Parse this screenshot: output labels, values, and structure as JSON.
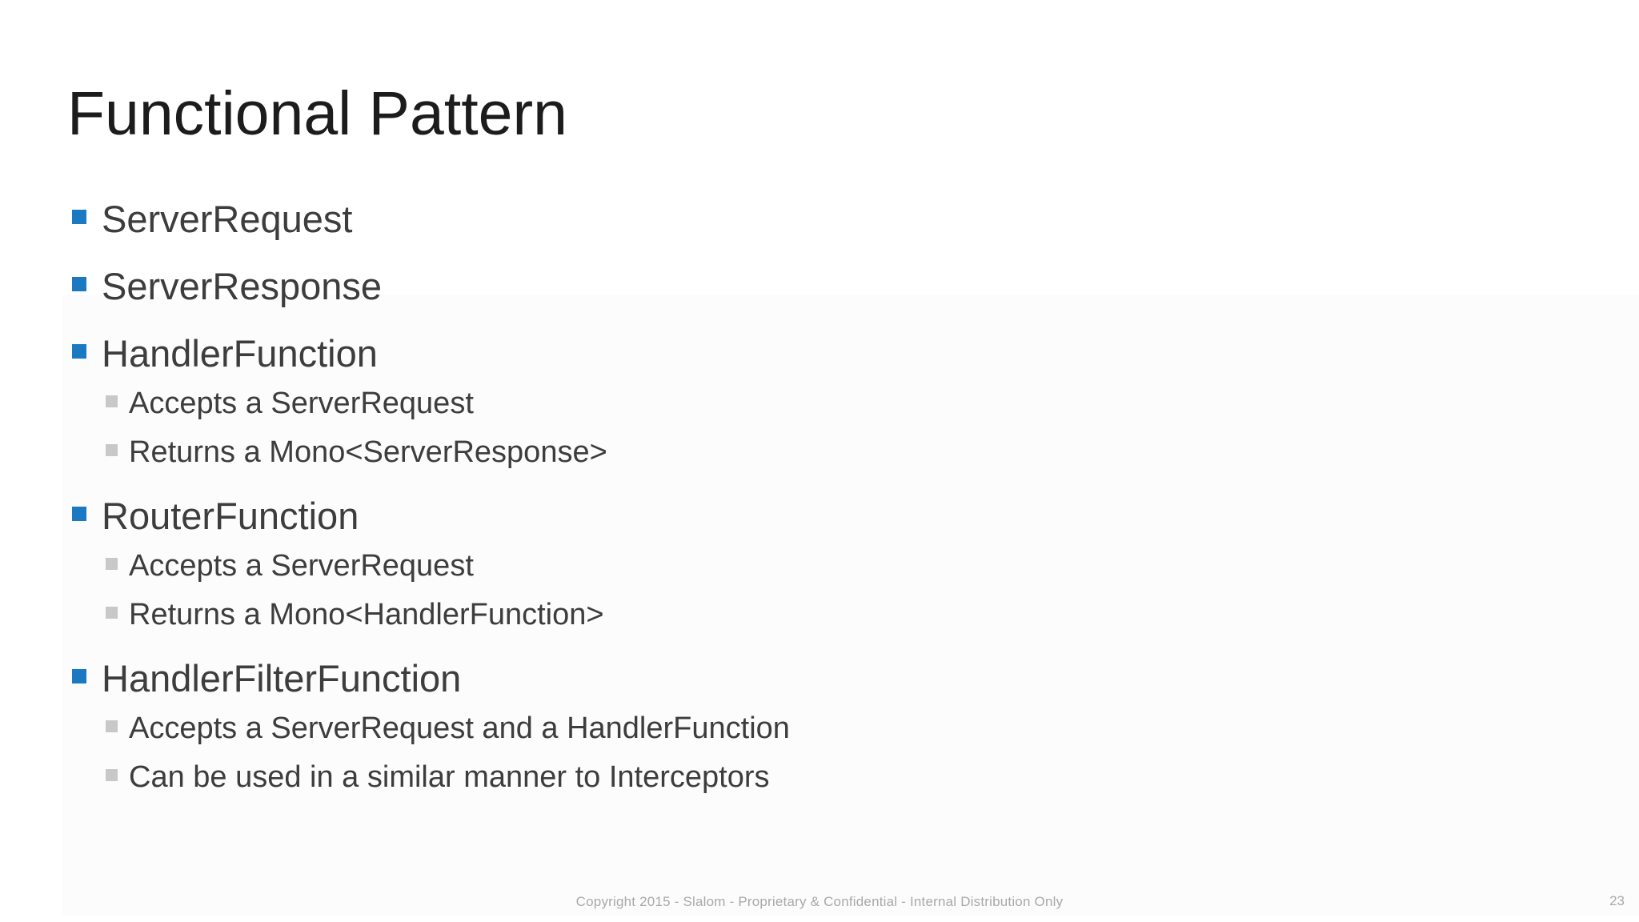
{
  "title": "Functional Pattern",
  "bullets": [
    {
      "level": 1,
      "text": "ServerRequest"
    },
    {
      "level": 1,
      "text": "ServerResponse"
    },
    {
      "level": 1,
      "text": "HandlerFunction"
    },
    {
      "level": 2,
      "text": "Accepts a ServerRequest"
    },
    {
      "level": 2,
      "text": "Returns a Mono<ServerResponse>"
    },
    {
      "level": 1,
      "text": "RouterFunction"
    },
    {
      "level": 2,
      "text": "Accepts a ServerRequest"
    },
    {
      "level": 2,
      "text": "Returns a Mono<HandlerFunction>"
    },
    {
      "level": 1,
      "text": "HandlerFilterFunction"
    },
    {
      "level": 2,
      "text": "Accepts a ServerRequest and a HandlerFunction"
    },
    {
      "level": 2,
      "text": "Can be used in a similar manner to Interceptors"
    }
  ],
  "footer": {
    "copyright": "Copyright 2015 - Slalom - Proprietary & Confidential - Internal Distribution Only",
    "page_number": "23"
  },
  "colors": {
    "bullet_blue": "#1a79c0",
    "sub_bullet_gray": "#c8c8c8",
    "title_text": "#1c1c1c",
    "body_text": "#3d3d3d",
    "footer_text": "#a9a9ad",
    "panel_bg": "#fcfcfc"
  }
}
